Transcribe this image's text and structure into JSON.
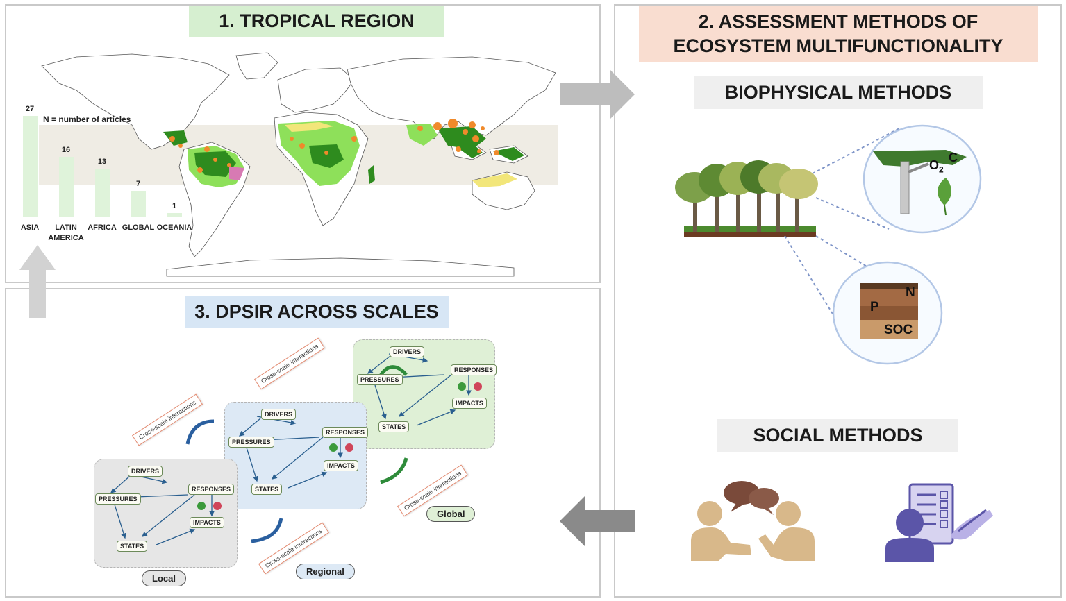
{
  "panels": {
    "tropical": {
      "title": "1. TROPICAL REGION"
    },
    "assessment": {
      "title_line1": "2. ASSESSMENT METHODS OF",
      "title_line2": "ECOSYSTEM MULTIFUNCTIONALITY",
      "biophysical_title": "BIOPHYSICAL METHODS",
      "social_title": "SOCIAL METHODS",
      "canopy_labels": {
        "o": "O",
        "sub": "2",
        "c": "C"
      },
      "soil_labels": {
        "n": "N",
        "p": "P",
        "soc": "SOC"
      }
    },
    "dpsir": {
      "title": "3. DPSIR ACROSS SCALES"
    }
  },
  "chart_data": {
    "type": "bar",
    "title": "N = number of articles",
    "categories": [
      "ASIA",
      "LATIN AMERICA",
      "AFRICA",
      "GLOBAL",
      "OCEANIA"
    ],
    "category_lines": [
      [
        "ASIA"
      ],
      [
        "LATIN",
        "AMERICA"
      ],
      [
        "AFRICA"
      ],
      [
        "GLOBAL"
      ],
      [
        "OCEANIA"
      ]
    ],
    "values": [
      27,
      16,
      13,
      7,
      1
    ],
    "ylim": [
      0,
      27
    ],
    "bar_color": "#dff3da"
  },
  "dpsir": {
    "nodes": {
      "drivers": "DRIVERS",
      "pressures": "PRESSURES",
      "responses": "RESPONSES",
      "impacts": "IMPACTS",
      "states": "STATES"
    },
    "scales": {
      "local": "Local",
      "regional": "Regional",
      "global": "Global"
    },
    "cross_scale": "Cross-scale interactions",
    "card_colors": {
      "local": "#e6e6e6",
      "regional": "#dde9f5",
      "global": "#dff0d6"
    }
  },
  "colors": {
    "panel_border": "#c9c9c9",
    "arrow_gray": "#bdbdbd",
    "arrow_dark": "#8a8a8a",
    "forest_dark": "#2e8b1e",
    "savanna_light": "#8ee05a",
    "dry_yellow": "#f2e67a",
    "mangrove_pink": "#d77ab3",
    "point_orange": "#f08a2b",
    "band_fill": "#efece4",
    "social_person": "#d8b88a",
    "bubble_brown": "#7a4a3a",
    "survey_purple": "#5b55a8"
  }
}
